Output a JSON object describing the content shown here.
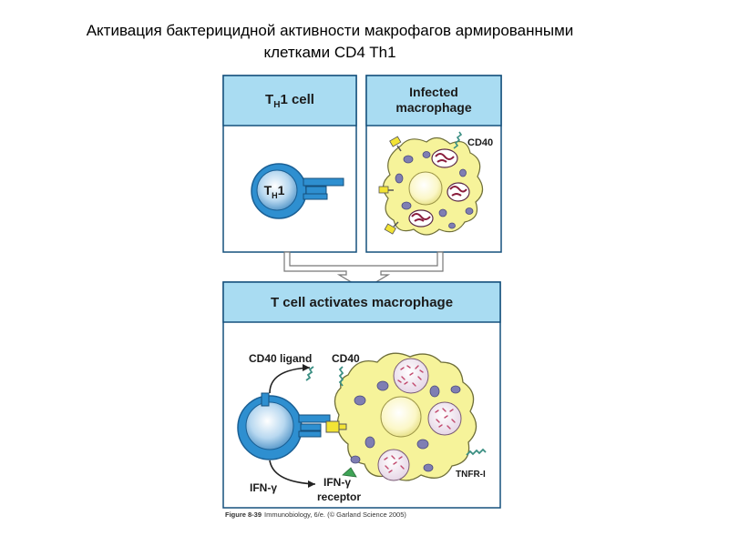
{
  "slide": {
    "title_line_1": "Активация бактерицидной активности макрофагов армированными",
    "title_line_2": "клетками CD4 Th1"
  },
  "panels": {
    "th1": {
      "header_main": "T",
      "header_sub": "H",
      "header_tail": "1 cell",
      "cell_main": "T",
      "cell_sub": "H",
      "cell_tail": "1"
    },
    "infected": {
      "header_line_1": "Infected",
      "header_line_2": "macrophage",
      "cd40_label": "CD40"
    },
    "activation": {
      "header": "T cell activates macrophage",
      "cd40_ligand_label": "CD40 ligand",
      "cd40_label": "CD40",
      "ifn_label": "IFN-γ",
      "ifn_receptor_line_1": "IFN-γ",
      "ifn_receptor_line_2": "receptor",
      "tnfr_label": "TNFR-I"
    }
  },
  "caption": {
    "figure": "Figure 8-39",
    "source": "Immunobiology, 6/e. (© Garland Science 2005)"
  },
  "colors": {
    "panel_header_bg": "#a9dcf2",
    "panel_border": "#15507d",
    "t_cell_blue": "#2e8fd0",
    "macrophage_yellow": "#f6f39a",
    "arrow_gray": "#ffffff"
  }
}
